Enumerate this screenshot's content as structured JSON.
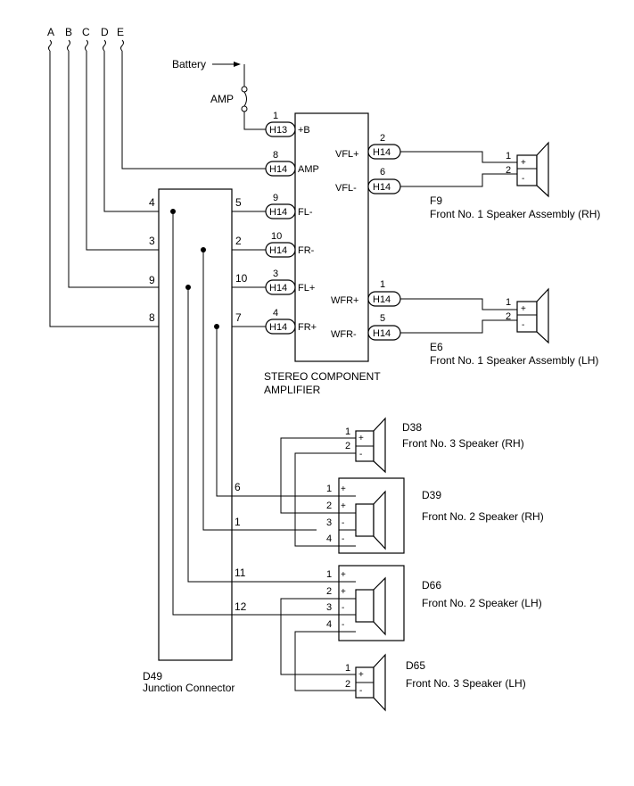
{
  "harness_letters": [
    "A",
    "B",
    "C",
    "D",
    "E"
  ],
  "battery_label": "Battery",
  "fuse_label": "AMP",
  "amplifier": {
    "name_line1": "STEREO COMPONENT",
    "name_line2": "AMPLIFIER",
    "left_pins": [
      {
        "num": "1",
        "conn": "H13",
        "label": "+B"
      },
      {
        "num": "8",
        "conn": "H14",
        "label": "AMP"
      },
      {
        "num": "9",
        "conn": "H14",
        "label": "FL-"
      },
      {
        "num": "10",
        "conn": "H14",
        "label": "FR-"
      },
      {
        "num": "3",
        "conn": "H14",
        "label": "FL+"
      },
      {
        "num": "4",
        "conn": "H14",
        "label": "FR+"
      }
    ],
    "right_pins": [
      {
        "num": "2",
        "conn": "H14",
        "label": "VFL+"
      },
      {
        "num": "6",
        "conn": "H14",
        "label": "VFL-"
      },
      {
        "num": "1",
        "conn": "H14",
        "label": "WFR+"
      },
      {
        "num": "5",
        "conn": "H14",
        "label": "WFR-"
      }
    ]
  },
  "junction": {
    "code": "D49",
    "name": "Junction Connector",
    "left_pins": [
      "4",
      "3",
      "9",
      "8"
    ],
    "right_pins": [
      "5",
      "2",
      "10",
      "7"
    ],
    "lower_pins": [
      "6",
      "1",
      "11",
      "12"
    ]
  },
  "speakers": {
    "f9": {
      "code": "F9",
      "name": "Front No. 1 Speaker Assembly (RH)",
      "pins": [
        "1",
        "2"
      ],
      "polarity": [
        "+",
        "-"
      ]
    },
    "e6": {
      "code": "E6",
      "name": "Front No. 1 Speaker Assembly (LH)",
      "pins": [
        "1",
        "2"
      ],
      "polarity": [
        "+",
        "-"
      ]
    },
    "d38": {
      "code": "D38",
      "name": "Front No. 3 Speaker (RH)",
      "pins": [
        "1",
        "2"
      ],
      "polarity": [
        "+",
        "-"
      ]
    },
    "d39": {
      "code": "D39",
      "name": "Front No. 2 Speaker (RH)",
      "pins": [
        "1",
        "2",
        "3",
        "4"
      ],
      "polarity": [
        "+",
        "+",
        "-",
        "-"
      ]
    },
    "d66": {
      "code": "D66",
      "name": "Front No. 2 Speaker (LH)",
      "pins": [
        "1",
        "2",
        "3",
        "4"
      ],
      "polarity": [
        "+",
        "+",
        "-",
        "-"
      ]
    },
    "d65": {
      "code": "D65",
      "name": "Front No. 3 Speaker (LH)",
      "pins": [
        "1",
        "2"
      ],
      "polarity": [
        "+",
        "-"
      ]
    }
  }
}
